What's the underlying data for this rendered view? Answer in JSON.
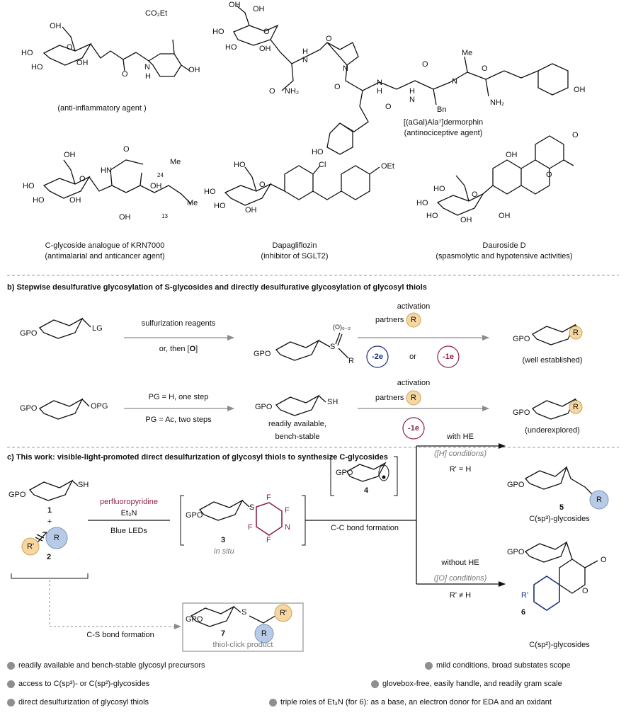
{
  "section_a": {
    "captions": {
      "anti_inflammatory": "(anti-inflammatory agent )",
      "dermorphin_name": "[(aGal)Ala⁷]dermorphin",
      "dermorphin_role": "(antinociceptive agent)",
      "krn_name": "C-glycoside analogue of KRN7000",
      "krn_role": "(antimalarial and anticancer agent)",
      "dapa_name": "Dapagliflozin",
      "dapa_role": "(inhibitor of SGLT2)",
      "dauro_name": "Dauroside D",
      "dauro_role": "(spasmolytic and hypotensive activities)"
    },
    "structure_labels": {
      "co2et": "CO₂Et",
      "oh": "OH",
      "ho": "HO",
      "nh": "N",
      "h": "H",
      "o": "O",
      "nh2": "NH₂",
      "n": "N",
      "bn": "Bn",
      "me": "Me",
      "cl": "Cl",
      "oet": "OEt",
      "n24": "24",
      "n13": "13"
    }
  },
  "section_b": {
    "title": "b) Stepwise desulfurative glycosylation of S-glycosides and directly desulfurative glycosylation of glycosyl thiols",
    "row1": {
      "start_sub": "GPO",
      "start_lg": "LG",
      "arrow1_top": "sulfurization reagents",
      "arrow1_bottom_a": "or, then [",
      "arrow1_bottom_b": "O",
      "arrow1_bottom_c": "]",
      "mid_sub": "GPO",
      "mid_s": "S",
      "mid_ox": "(O)₀₋₂",
      "mid_r": "R",
      "activation": "activation",
      "partners": "partners",
      "r": "R",
      "minus2e": "-2e",
      "or": "or",
      "minus1e": "-1e",
      "product_sub": "GPO",
      "note": "(well established)"
    },
    "row2": {
      "start_sub": "GPO",
      "start_opg": "OPG",
      "arrow_top": "PG = H, one step",
      "arrow_bottom": "PG = Ac, two steps",
      "mid_sub": "GPO",
      "mid_sh": "SH",
      "mid_note1": "readily available,",
      "mid_note2": "bench-stable",
      "activation": "activation",
      "partners": "partners",
      "r": "R",
      "minus1e": "-1e",
      "product_sub": "GPO",
      "note": "(underexplored)"
    }
  },
  "section_c": {
    "title": "c) This work: visible-light-promoted direct desulfurization of glycosyl thiols to synthesize C-glycosides",
    "thiol": {
      "sub": "GPO",
      "sh": "SH",
      "num": "1"
    },
    "plus": "+",
    "alkene": {
      "r": "R",
      "rp": "R'",
      "num": "2"
    },
    "arrow1": {
      "reagent": "perfluoropyridine",
      "base": "Et₃N",
      "light": "Blue LEDs"
    },
    "intermediate3": {
      "sub": "GPO",
      "s": "S",
      "f": "F",
      "n": "N",
      "num": "3",
      "note": "in situ"
    },
    "radical4": {
      "sub": "GPO",
      "num": "4"
    },
    "cc_bond": "C-C bond formation",
    "upper": {
      "with": "with HE",
      "cond": "([H] conditions)",
      "rh": "R' = H",
      "sub": "GPO",
      "r": "R",
      "num": "5",
      "label": "C(sp³)-glycosides"
    },
    "lower": {
      "without": "without HE",
      "cond": "([O] conditions)",
      "rneq": "R' ≠ H",
      "sub": "GPO",
      "o": "O",
      "rp": "R'",
      "num": "6",
      "label": "C(sp²)-glycosides"
    },
    "cs_bond": "C-S bond formation",
    "product7": {
      "sub": "GPO",
      "s": "S",
      "r": "R",
      "rp": "R'",
      "num": "7",
      "label": "thiol-click product"
    }
  },
  "bullets": [
    "readily available and bench-stable glycosyl precursors",
    "access to C(sp³)- or C(sp²)-glycosides",
    "direct desulfurization of glycosyl thiols",
    "mild conditions, broad substates scope",
    "glovebox-free, easily handle, and readily gram scale",
    "triple roles of Et₃N (for 6): as a base, an electron donor for EDA and an oxidant"
  ],
  "colors": {
    "orange_circle": "#f6d7a1",
    "blue_circle": "#b8cbe6",
    "maroon": "#8a2345",
    "navy": "#1b2f7a",
    "arrow_gray": "#8c8c8c"
  }
}
